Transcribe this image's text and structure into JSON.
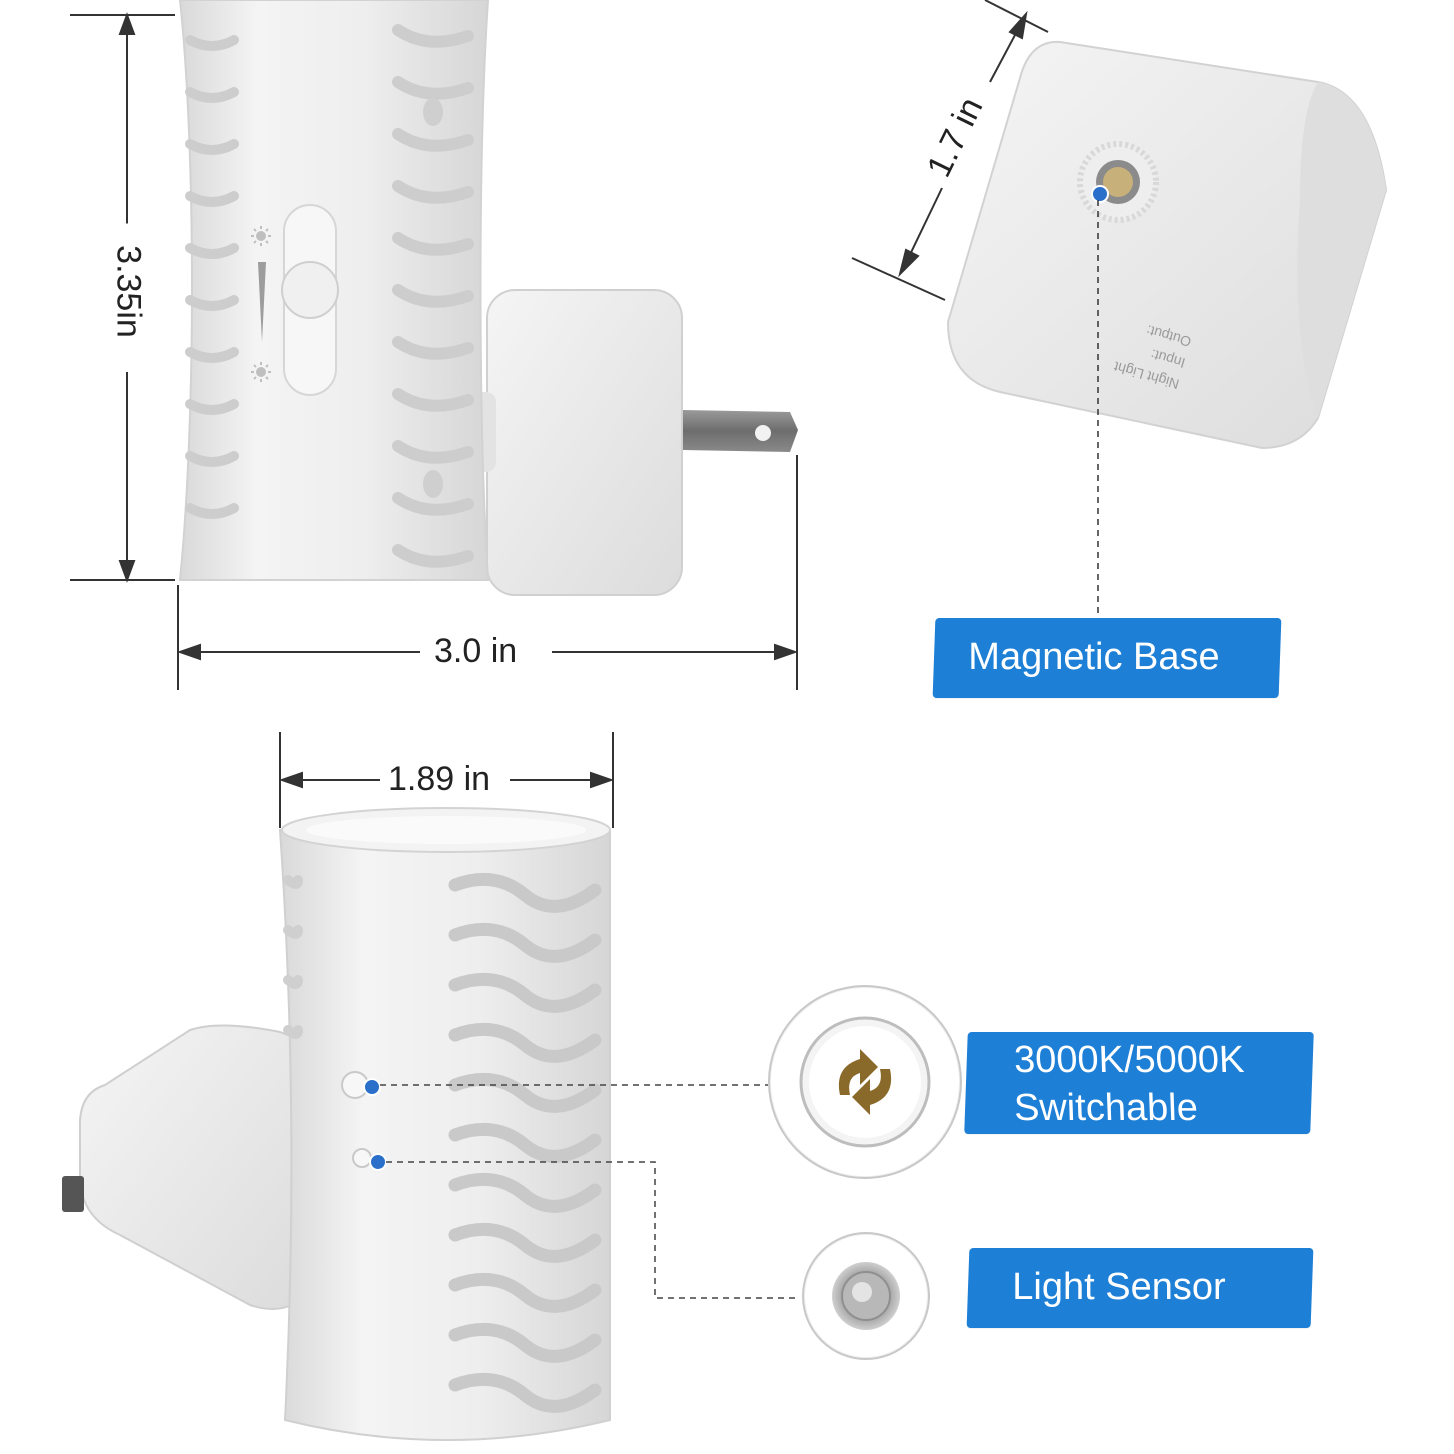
{
  "dimensions": {
    "height": "3.35in",
    "width": "3.0 in",
    "adapter_side": "1.7 in",
    "diameter": "1.89 in"
  },
  "callouts": {
    "magnetic_base": "Magnetic Base",
    "switchable_line1": "3000K/5000K",
    "switchable_line2": "Switchable",
    "light_sensor": "Light Sensor"
  },
  "product_label": {
    "title": "Night Light",
    "input": "Input:",
    "output": "Output:"
  },
  "colors": {
    "callout_blue": "#1d7fd6",
    "body_white": "#ececec",
    "dot_blue": "#2a6fc9"
  },
  "icons": [
    "refresh-arrows-icon",
    "light-sensor-icon",
    "sun-icon",
    "sun-icon",
    "magnet-icon"
  ]
}
